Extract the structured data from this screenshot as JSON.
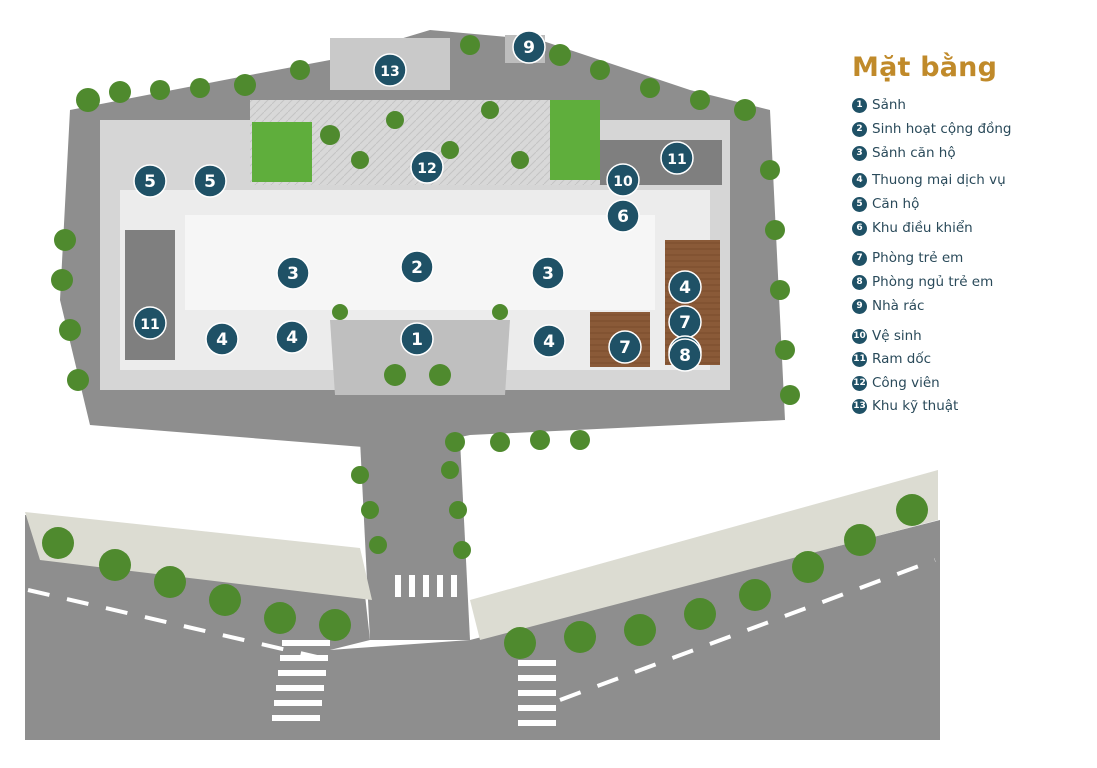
{
  "legend": {
    "title": "Mặt bằng",
    "items": [
      {
        "num": "1",
        "label": "Sảnh"
      },
      {
        "num": "2",
        "label": "Sinh hoạt cộng đồng"
      },
      {
        "num": "3",
        "label": "Sảnh căn hộ"
      },
      {
        "num": "4",
        "label": "Thuong mại dịch vụ"
      },
      {
        "num": "5",
        "label": "Căn hộ"
      },
      {
        "num": "6",
        "label": "Khu điều khiển"
      },
      {
        "num": "7",
        "label": "Phòng trẻ em"
      },
      {
        "num": "8",
        "label": "Phòng ngủ trẻ em"
      },
      {
        "num": "9",
        "label": "Nhà rác"
      },
      {
        "num": "10",
        "label": "Vệ sinh"
      },
      {
        "num": "11",
        "label": "Ram dốc"
      },
      {
        "num": "12",
        "label": "Công viên"
      },
      {
        "num": "13",
        "label": "Khu kỹ thuật"
      }
    ]
  },
  "markers": [
    "1",
    "2",
    "3",
    "3",
    "4",
    "4",
    "4",
    "4",
    "5",
    "5",
    "6",
    "7",
    "7",
    "7",
    "8",
    "9",
    "10",
    "11",
    "11",
    "12",
    "13"
  ],
  "colors": {
    "marker": "#1f5166",
    "title": "#c08a2a",
    "road": "#8e8e8e",
    "plaza": "#bfbfbf",
    "interior": "#ececec",
    "lawn": "#5fae3c",
    "tree": "#4f8a2e",
    "playroom": "#8a5a38"
  }
}
